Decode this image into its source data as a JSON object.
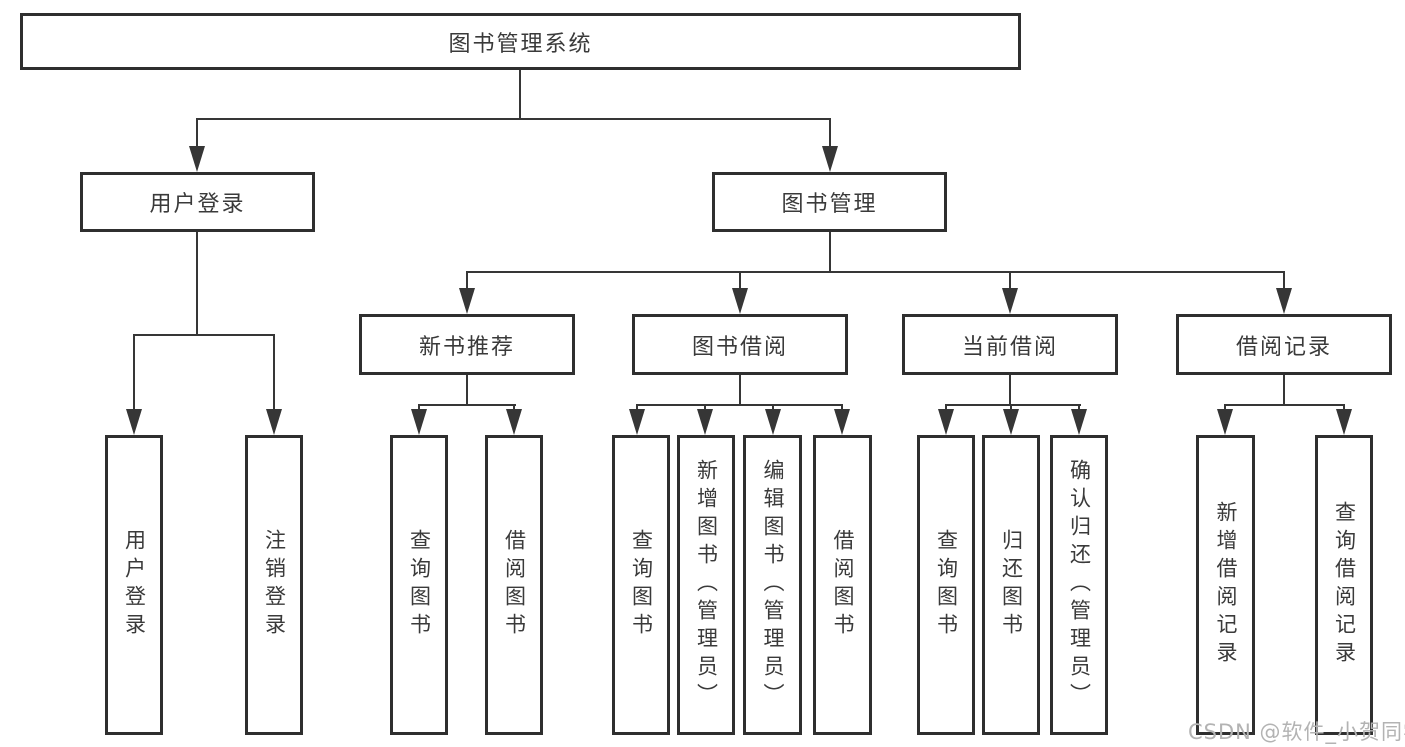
{
  "diagram_title": "图书管理系统",
  "colors": {
    "line": "#363636",
    "box_border": "#2f2f2f",
    "text": "#3a3a3a",
    "background": "#ffffff",
    "watermark": "#b3b3b3"
  },
  "tree": {
    "root": {
      "label": "图书管理系统"
    },
    "level2": [
      {
        "label": "用户登录",
        "parent": "图书管理系统"
      },
      {
        "label": "图书管理",
        "parent": "图书管理系统"
      }
    ],
    "level3": [
      {
        "label": "新书推荐",
        "parent": "图书管理"
      },
      {
        "label": "图书借阅",
        "parent": "图书管理"
      },
      {
        "label": "当前借阅",
        "parent": "图书管理"
      },
      {
        "label": "借阅记录",
        "parent": "图书管理"
      }
    ],
    "leaves": [
      {
        "label": "用户登录",
        "parent": "用户登录"
      },
      {
        "label": "注销登录",
        "parent": "用户登录"
      },
      {
        "label": "查询图书",
        "parent": "新书推荐"
      },
      {
        "label": "借阅图书",
        "parent": "新书推荐"
      },
      {
        "label": "查询图书",
        "parent": "图书借阅"
      },
      {
        "label": "新增图书（管理员）",
        "parent": "图书借阅"
      },
      {
        "label": "编辑图书（管理员）",
        "parent": "图书借阅"
      },
      {
        "label": "借阅图书",
        "parent": "图书借阅"
      },
      {
        "label": "查询图书",
        "parent": "当前借阅"
      },
      {
        "label": "归还图书",
        "parent": "当前借阅"
      },
      {
        "label": "确认归还（管理员）",
        "parent": "当前借阅"
      },
      {
        "label": "新增借阅记录",
        "parent": "借阅记录"
      },
      {
        "label": "查询借阅记录",
        "parent": "借阅记录"
      }
    ]
  },
  "watermark": "CSDN @软件_小贺同学"
}
